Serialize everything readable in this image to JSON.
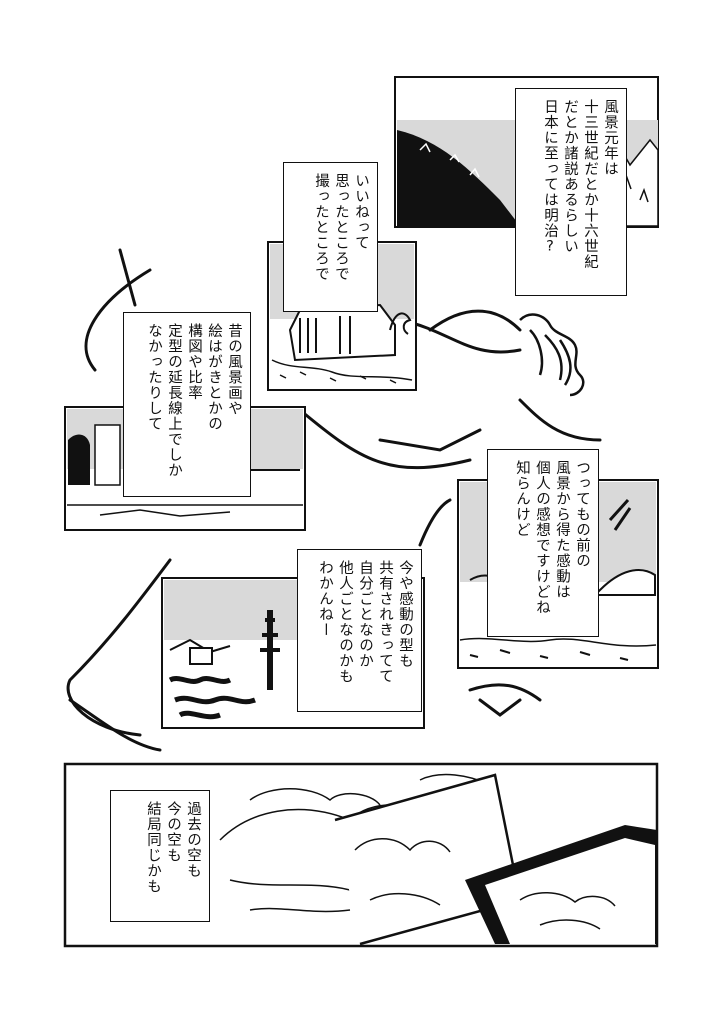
{
  "captions": {
    "c1": {
      "lines": [
        "風景元年は",
        "十三世紀だとか十六世紀",
        "だとか諸説あるらしい",
        "日本に至っては明治?"
      ]
    },
    "c2": {
      "lines": [
        "いいねって",
        "思ったところで",
        "撮ったところで"
      ]
    },
    "c3": {
      "lines": [
        "昔の風景画や",
        "絵はがきとかの",
        "構図や比率",
        "定型の延長線上でしか",
        "なかったりして"
      ]
    },
    "c4": {
      "lines": [
        "つってもの前の",
        "風景から得た感動は",
        "個人の感想ですけどね",
        "知らんけど"
      ]
    },
    "c5": {
      "lines": [
        "今や感動の型も",
        "共有されきってて",
        "自分ごとなのか",
        "他人ごとなのかも",
        "わかんねー"
      ]
    },
    "c6": {
      "lines": [
        "過去の空も",
        "今の空も",
        "結局同じかも"
      ]
    }
  },
  "colors": {
    "ink": "#111111",
    "tone": "#d9d9d9",
    "paper": "#ffffff"
  }
}
